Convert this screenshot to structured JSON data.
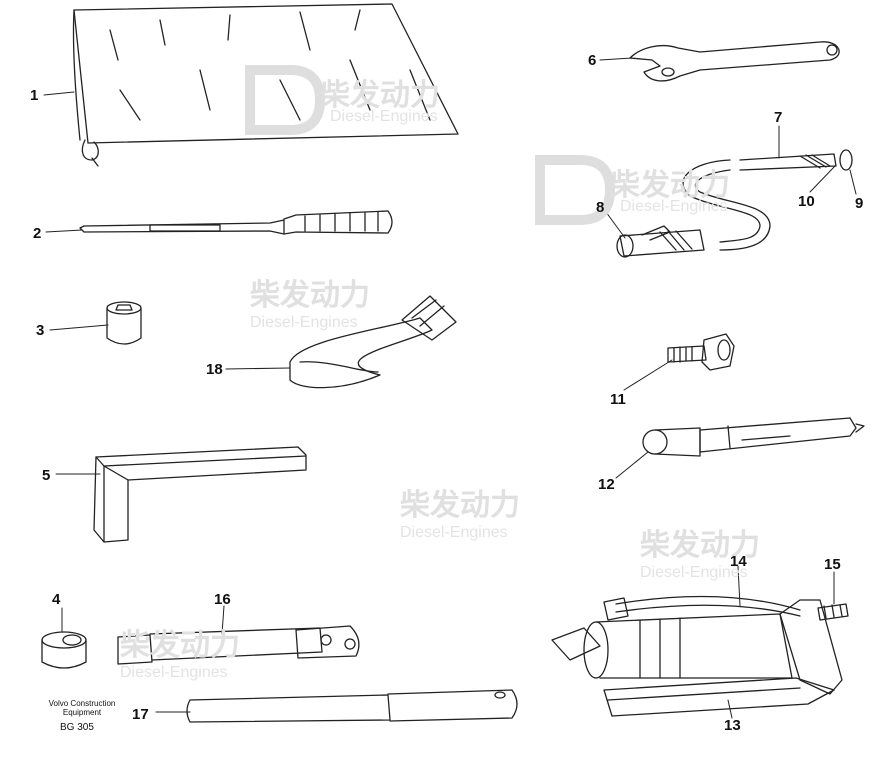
{
  "callouts": [
    {
      "id": "1",
      "text": "1"
    },
    {
      "id": "2",
      "text": "2"
    },
    {
      "id": "3",
      "text": "3"
    },
    {
      "id": "4",
      "text": "4"
    },
    {
      "id": "5",
      "text": "5"
    },
    {
      "id": "6",
      "text": "6"
    },
    {
      "id": "7",
      "text": "7"
    },
    {
      "id": "8",
      "text": "8"
    },
    {
      "id": "9",
      "text": "9"
    },
    {
      "id": "10",
      "text": "10"
    },
    {
      "id": "11",
      "text": "11"
    },
    {
      "id": "12",
      "text": "12"
    },
    {
      "id": "13",
      "text": "13"
    },
    {
      "id": "14",
      "text": "14"
    },
    {
      "id": "15",
      "text": "15"
    },
    {
      "id": "16",
      "text": "16"
    },
    {
      "id": "17",
      "text": "17"
    },
    {
      "id": "18",
      "text": "18"
    }
  ],
  "note": {
    "line1": "Volvo Construction",
    "line2": "Equipment",
    "code": "BG 305"
  },
  "watermark": {
    "cn": "柴发动力",
    "en": "Diesel-Engines"
  },
  "colors": {
    "line": "#222222",
    "watermark": "#d9d9d9",
    "logo_accent": "#f2e6b8"
  }
}
